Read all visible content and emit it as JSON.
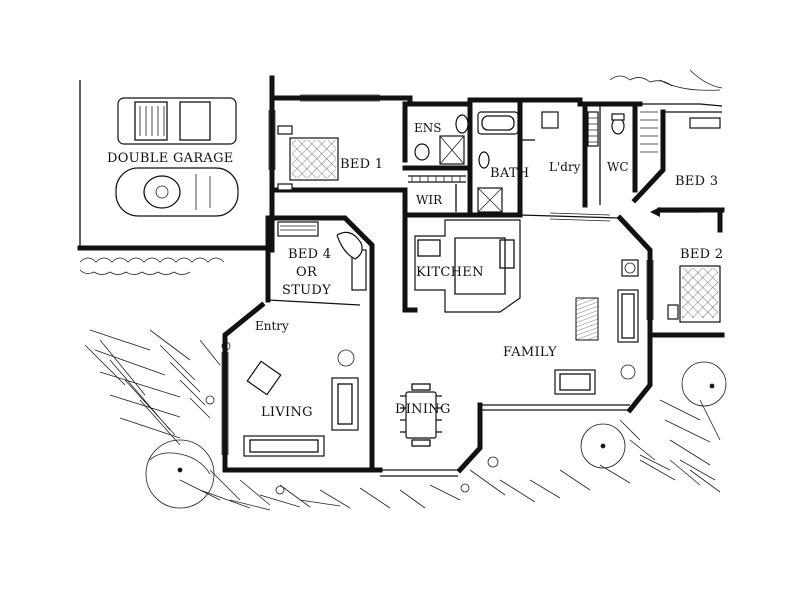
{
  "plan": {
    "rooms": {
      "double_garage": "DOUBLE GARAGE",
      "bed1": "BED 1",
      "ens": "ENS",
      "bath": "BATH",
      "laundry": "L'dry",
      "wc": "WC",
      "bed3": "BED 3",
      "wir": "WIR",
      "bed4_line1": "BED 4",
      "bed4_line2": "OR",
      "bed4_line3": "STUDY",
      "kitchen": "KITCHEN",
      "bed2": "BED 2",
      "entry": "Entry",
      "family": "FAMILY",
      "living": "LIVING",
      "dining": "DINING"
    },
    "colors": {
      "ink": "#111111",
      "paper": "#ffffff"
    }
  }
}
